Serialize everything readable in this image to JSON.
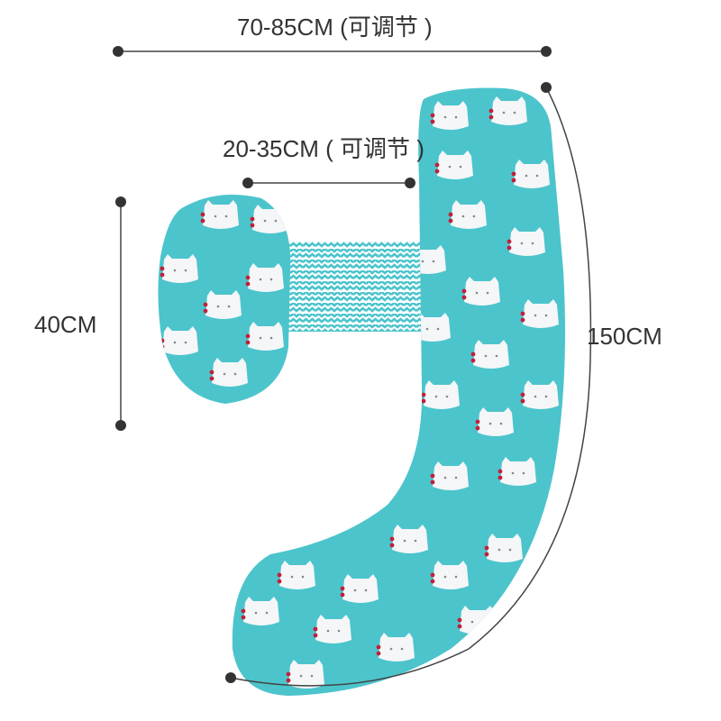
{
  "colors": {
    "fabric": "#4cc4cc",
    "fabric_dark": "#3bb3bd",
    "cat": "#f4f6f8",
    "cheek": "#c0203a",
    "line": "#444444",
    "text": "#333333"
  },
  "dimensions": {
    "top_width": "70-85CM (可调节 )",
    "strap_width": "20-35CM ( 可调节 )",
    "side_height": "40CM",
    "total_length": "150CM"
  },
  "product": {
    "name": "pregnancy-pillow",
    "pattern": "white cat faces on teal",
    "strap_pattern": "teal chevron zigzag"
  }
}
